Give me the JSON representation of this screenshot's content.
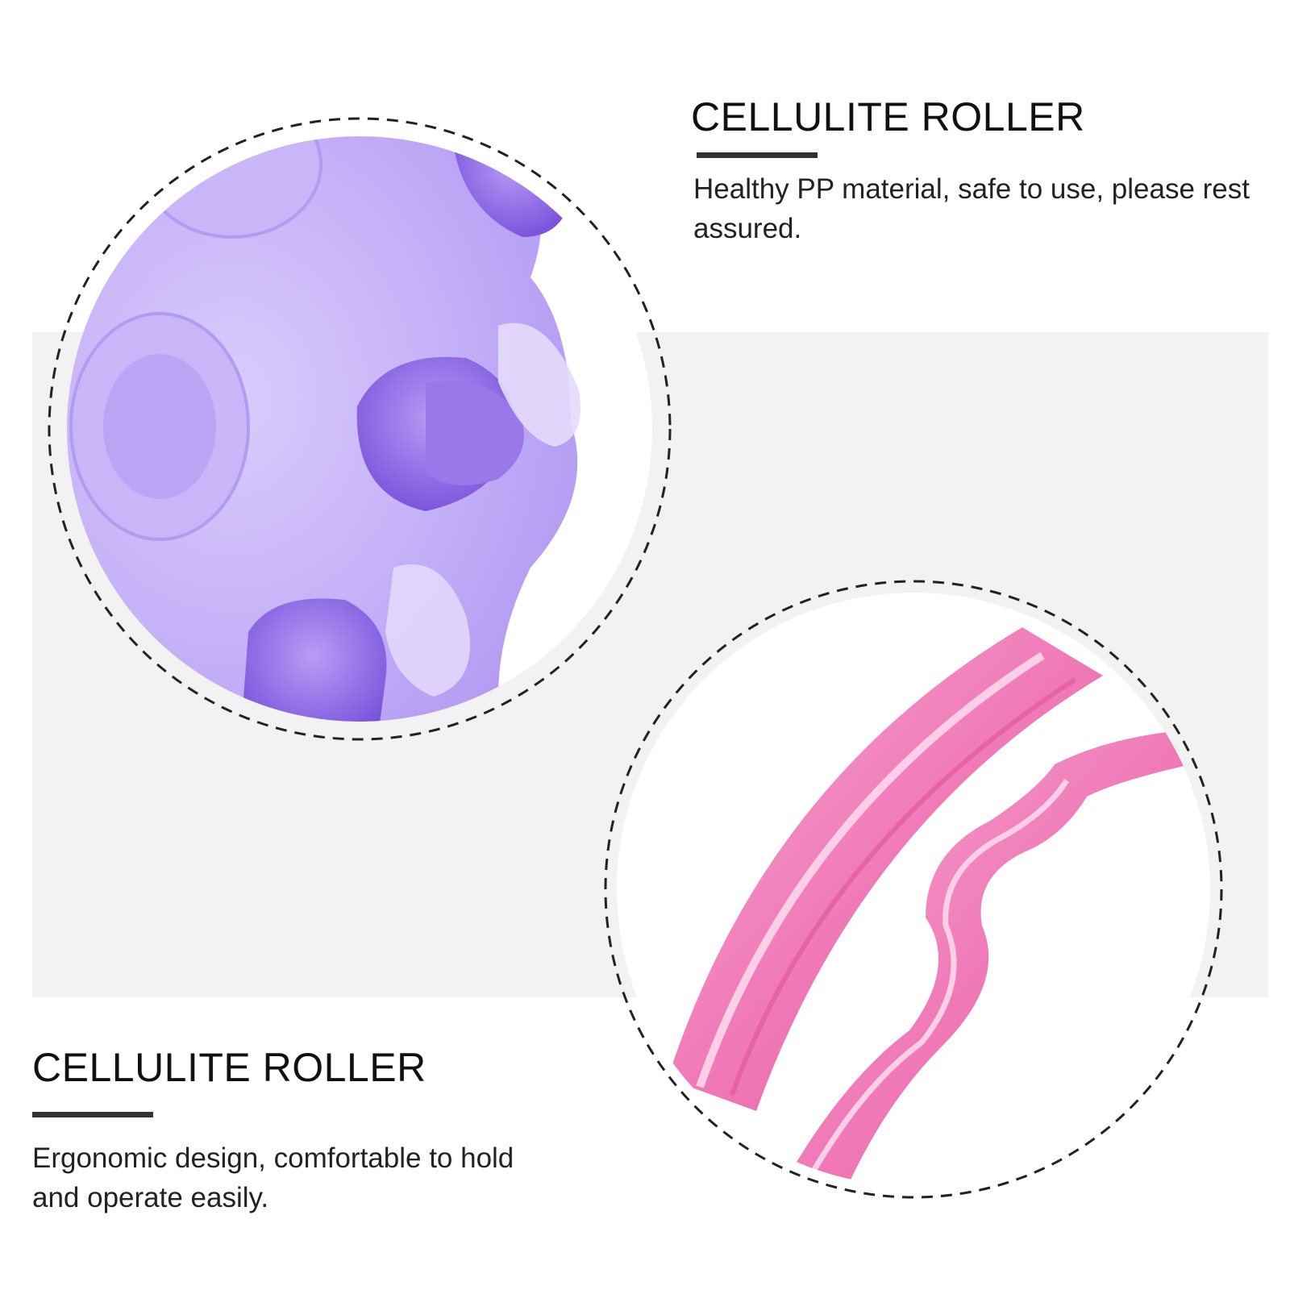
{
  "feature_1": {
    "title": "CELLULITE ROLLER",
    "description": "Healthy PP material, safe to use, please rest assured."
  },
  "feature_2": {
    "title": "CELLULITE ROLLER",
    "description": "Ergonomic design, comfortable to hold and operate easily."
  },
  "colors": {
    "background": "#ffffff",
    "band": "#f2f2f2",
    "purple_roller": "#a987f0",
    "pink_roller": "#f07ab8",
    "text": "#111111",
    "divider": "#333333"
  }
}
